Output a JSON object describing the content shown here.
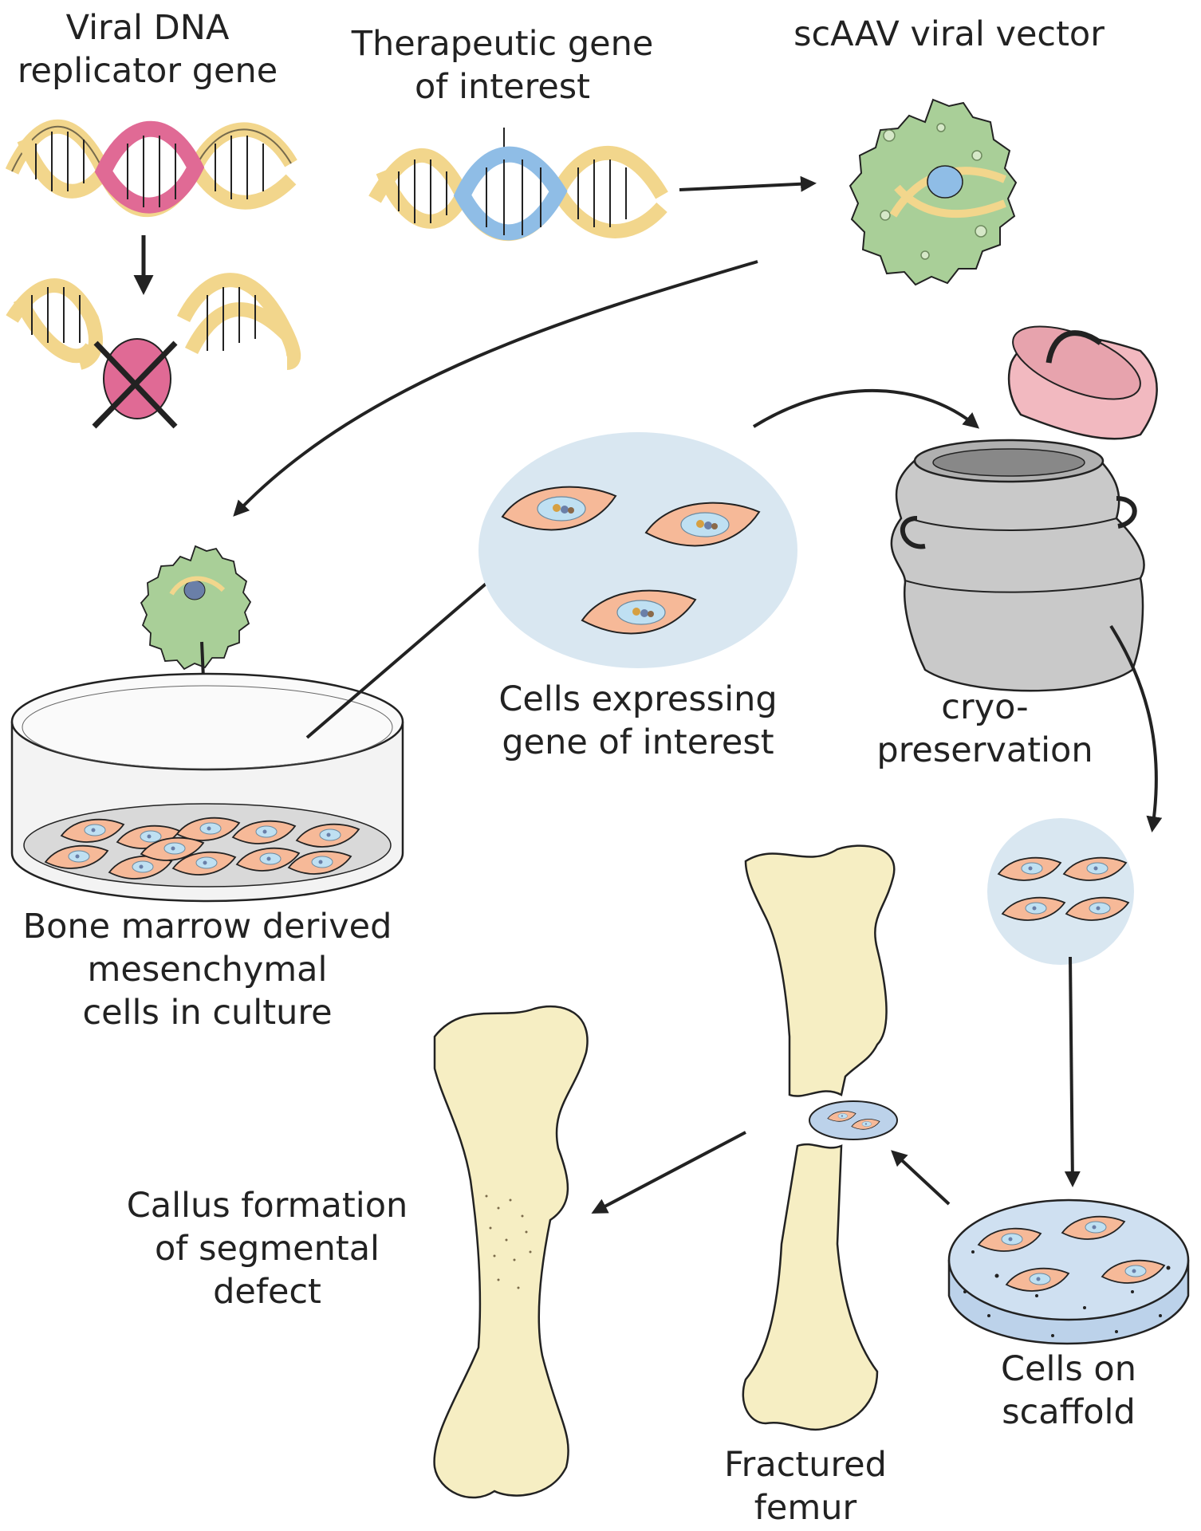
{
  "labels": {
    "viral_dna": [
      "Viral DNA",
      "replicator gene"
    ],
    "therapeutic": [
      "Therapeutic gene",
      "of interest"
    ],
    "scaav": "scAAV viral vector",
    "cells_expressing": [
      "Cells expressing",
      "gene of interest"
    ],
    "cryo": [
      "cryo-",
      "preservation"
    ],
    "bone_marrow": [
      "Bone marrow derived",
      "mesenchymal",
      "cells in culture"
    ],
    "callus": [
      "Callus formation",
      "of segmental",
      "defect"
    ],
    "fractured": [
      "Fractured",
      "femur"
    ],
    "scaffold": [
      "Cells on",
      "scaffold"
    ]
  },
  "colors": {
    "dna_tan": "#f2d68c",
    "dna_pink": "#e06a95",
    "dna_blue": "#8fbde6",
    "virus_green": "#a9cf98",
    "cell_orange": "#f6b998",
    "nucleus_blue": "#bfe0f2",
    "bubble_blue": "#d9e7f1",
    "bone_cream": "#f6eec3",
    "dewar_grey": "#c9c9c9",
    "lid_pink": "#f2b9c0",
    "scaffold_blue": "#bcd2ea",
    "outline": "#222222"
  }
}
